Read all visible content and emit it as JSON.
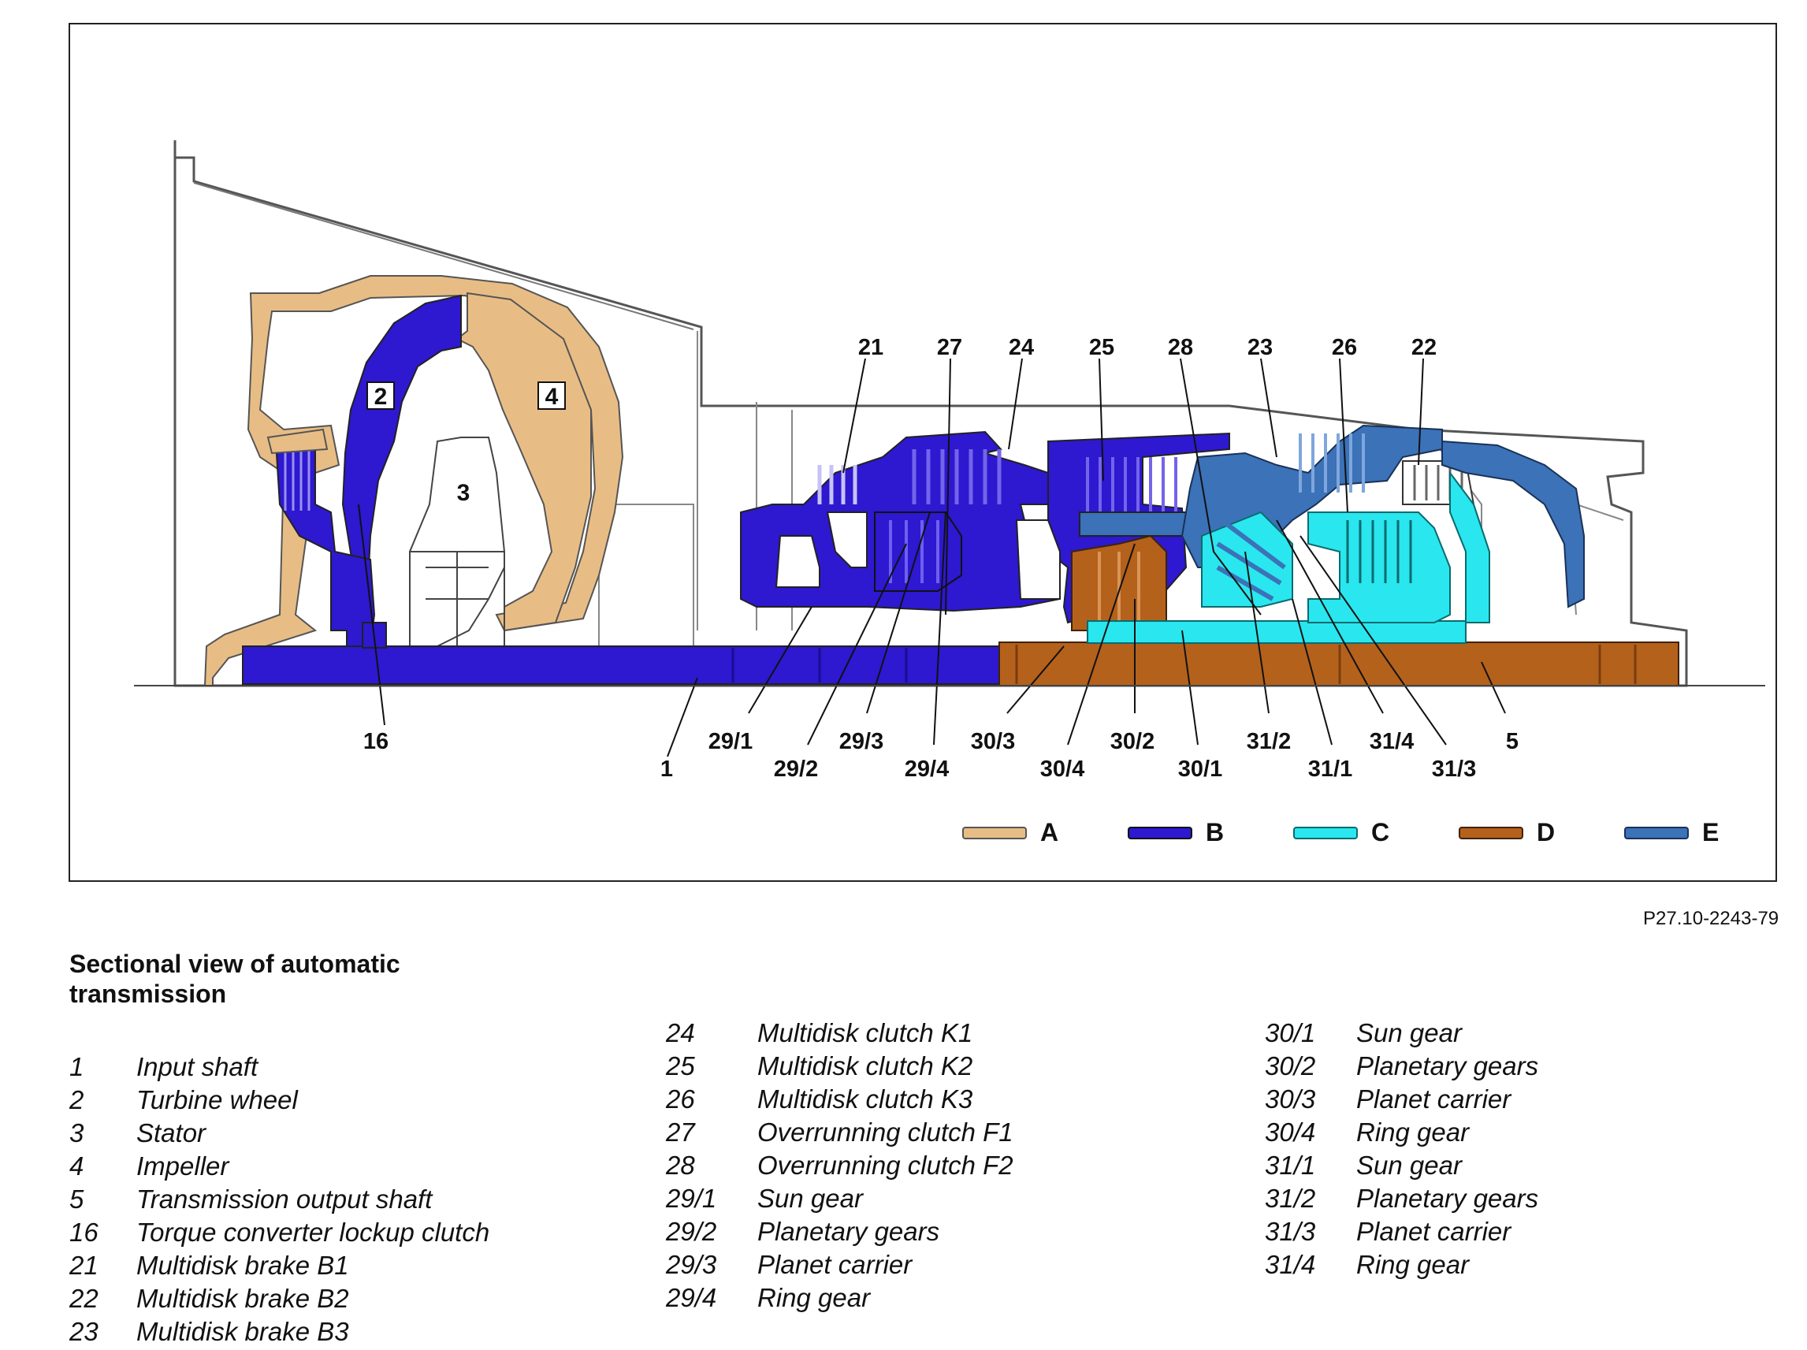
{
  "callouts": {
    "c21": "21",
    "c27": "27",
    "c24": "24",
    "c25": "25",
    "c28": "28",
    "c23": "23",
    "c26": "26",
    "c22": "22",
    "c2": "2",
    "c4": "4",
    "c3": "3",
    "c16": "16",
    "c1": "1",
    "c29_1": "29/1",
    "c29_2": "29/2",
    "c29_3": "29/3",
    "c29_4": "29/4",
    "c30_3": "30/3",
    "c30_4": "30/4",
    "c30_2": "30/2",
    "c30_1": "30/1",
    "c31_2": "31/2",
    "c31_1": "31/1",
    "c31_4": "31/4",
    "c31_3": "31/3",
    "c5": "5"
  },
  "legend": [
    {
      "label": "A",
      "color": "#e8bd85"
    },
    {
      "label": "B",
      "color": "#2e18d0"
    },
    {
      "label": "C",
      "color": "#2ae6ee"
    },
    {
      "label": "D",
      "color": "#b4611c"
    },
    {
      "label": "E",
      "color": "#3b72b8"
    }
  ],
  "figure_ref": "P27.10-2243-79",
  "caption": "Sectional view of automatic transmission",
  "parts_col1": [
    {
      "num": "1",
      "name": "Input shaft"
    },
    {
      "num": "2",
      "name": "Turbine wheel"
    },
    {
      "num": "3",
      "name": "Stator"
    },
    {
      "num": "4",
      "name": "Impeller"
    },
    {
      "num": "5",
      "name": "Transmission output shaft"
    },
    {
      "num": "16",
      "name": "Torque converter lockup clutch"
    },
    {
      "num": "21",
      "name": "Multidisk brake B1"
    },
    {
      "num": "22",
      "name": "Multidisk brake B2"
    },
    {
      "num": "23",
      "name": "Multidisk brake B3"
    }
  ],
  "parts_col2": [
    {
      "num": "24",
      "name": "Multidisk clutch K1"
    },
    {
      "num": "25",
      "name": "Multidisk clutch K2"
    },
    {
      "num": "26",
      "name": "Multidisk clutch K3"
    },
    {
      "num": "27",
      "name": "Overrunning clutch F1"
    },
    {
      "num": "28",
      "name": "Overrunning clutch F2"
    },
    {
      "num": "29/1",
      "name": "Sun gear"
    },
    {
      "num": "29/2",
      "name": "Planetary gears"
    },
    {
      "num": "29/3",
      "name": "Planet carrier"
    },
    {
      "num": "29/4",
      "name": "Ring gear"
    }
  ],
  "parts_col3": [
    {
      "num": "30/1",
      "name": "Sun gear"
    },
    {
      "num": "30/2",
      "name": "Planetary gears"
    },
    {
      "num": "30/3",
      "name": "Planet carrier"
    },
    {
      "num": "30/4",
      "name": "Ring gear"
    },
    {
      "num": "31/1",
      "name": "Sun gear"
    },
    {
      "num": "31/2",
      "name": "Planetary gears"
    },
    {
      "num": "31/3",
      "name": "Planet carrier"
    },
    {
      "num": "31/4",
      "name": "Ring gear"
    }
  ]
}
